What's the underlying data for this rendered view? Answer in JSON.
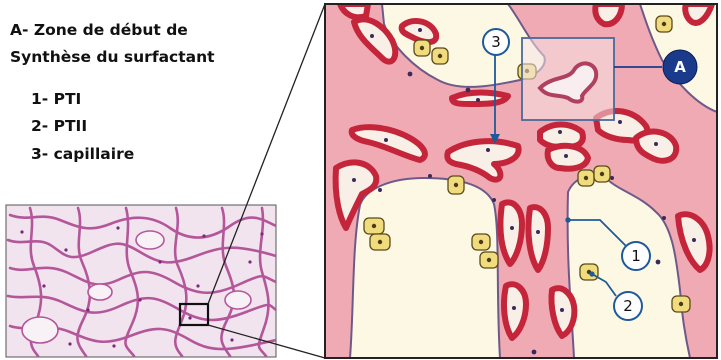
{
  "legend": {
    "title_line1": "A- Zone de début de",
    "title_line2": "Synthèse du surfactant",
    "items": [
      "1- PTI",
      "2- PTII",
      "3- capillaire"
    ]
  },
  "callouts": {
    "a": "A",
    "one": "1",
    "two": "2",
    "three": "3"
  },
  "colors": {
    "tissue": "#f0aab3",
    "alveolus": "#fdf8e4",
    "capillary": "#c4253a",
    "type2_cell": "#f0dc7c",
    "callout_a": "#1a3a8c",
    "pointer": "#1e5a9a"
  }
}
